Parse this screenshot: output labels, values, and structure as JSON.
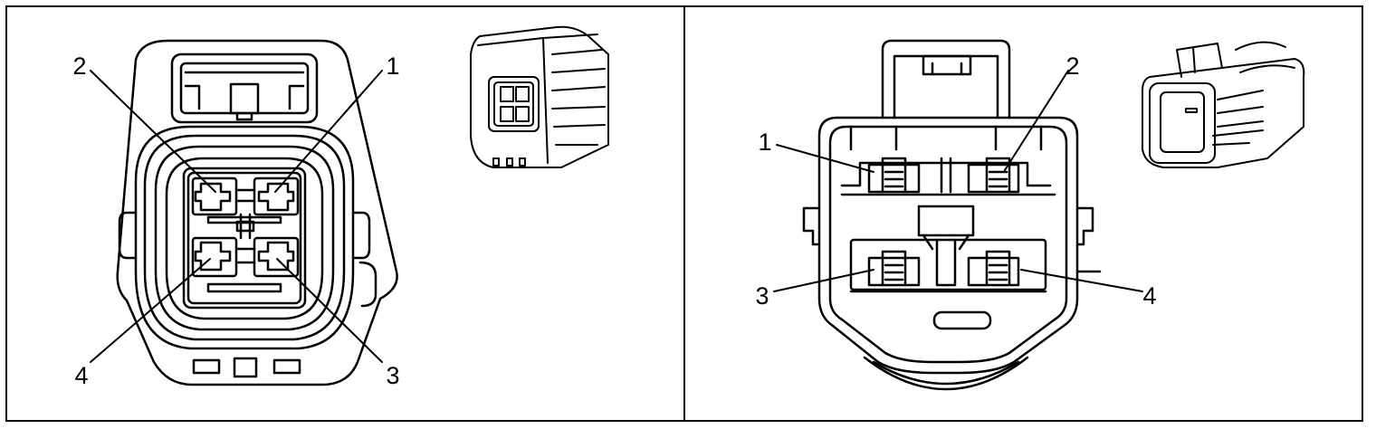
{
  "figure": {
    "style": {
      "stroke": "#000000",
      "fill": "#ffffff"
    }
  },
  "left_panel": {
    "labels": {
      "pin1": "1",
      "pin2": "2",
      "pin3": "3",
      "pin4": "4"
    }
  },
  "right_panel": {
    "labels": {
      "pin1": "1",
      "pin2": "2",
      "pin3": "3",
      "pin4": "4"
    }
  }
}
